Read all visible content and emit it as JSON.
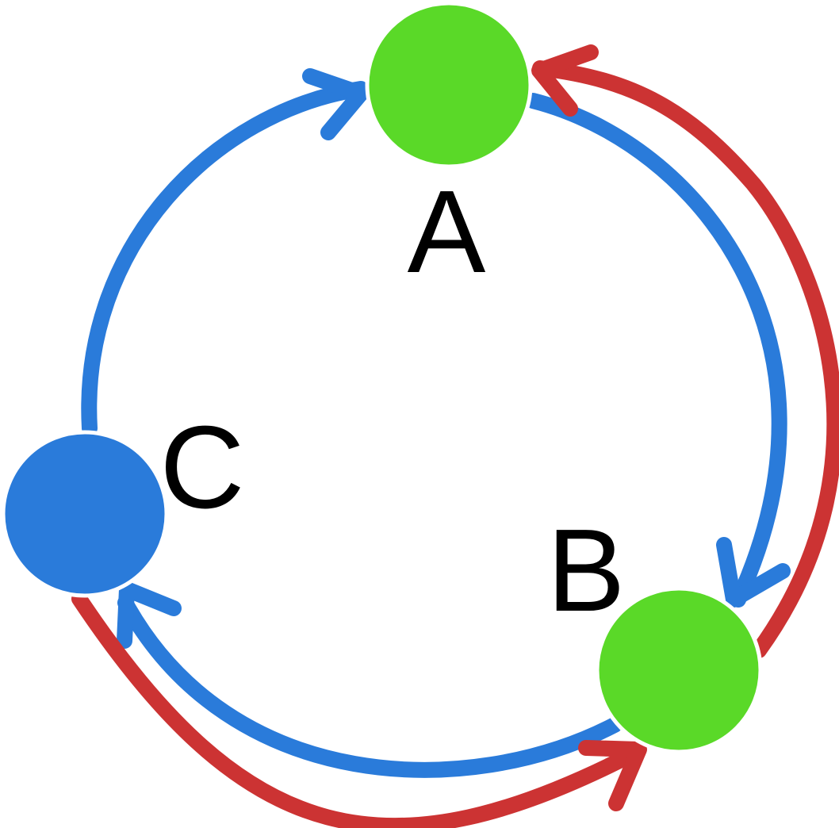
{
  "diagram": {
    "type": "directed-graph",
    "nodes": [
      {
        "id": "A",
        "label": "A",
        "color": "#5ad928"
      },
      {
        "id": "B",
        "label": "B",
        "color": "#5ad928"
      },
      {
        "id": "C",
        "label": "C",
        "color": "#2a7bda"
      }
    ],
    "edges": [
      {
        "from": "A",
        "to": "B",
        "color": "#2a7bda"
      },
      {
        "from": "B",
        "to": "C",
        "color": "#2a7bda"
      },
      {
        "from": "C",
        "to": "A",
        "color": "#2a7bda"
      },
      {
        "from": "C",
        "to": "B",
        "color": "#cc3333"
      },
      {
        "from": "B",
        "to": "A",
        "color": "#cc3333"
      }
    ]
  }
}
